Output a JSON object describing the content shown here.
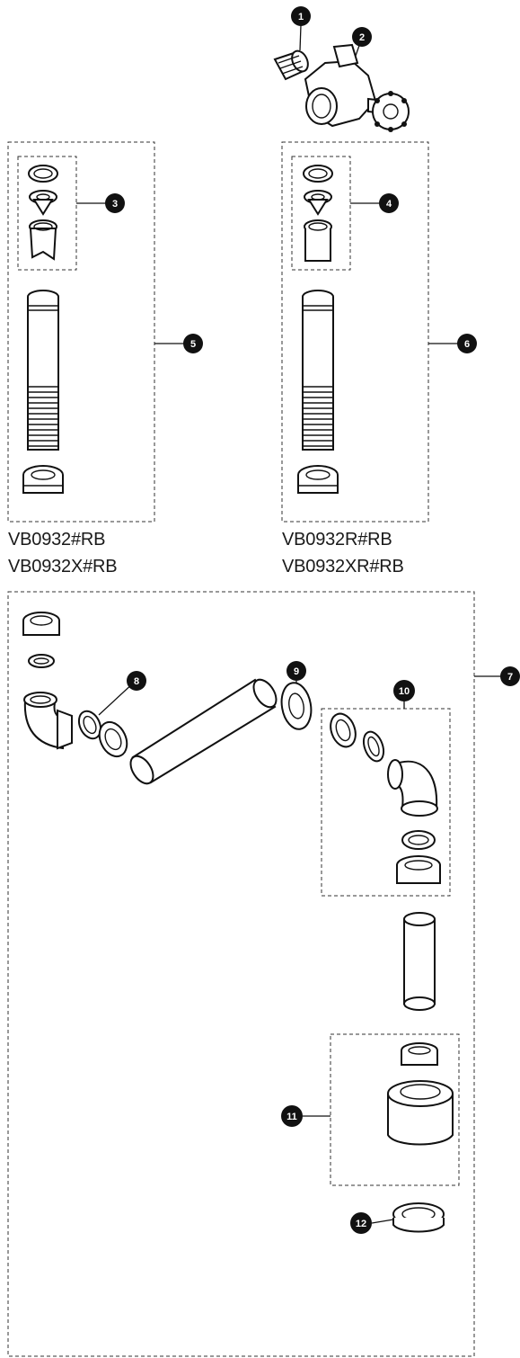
{
  "diagram": {
    "callouts": [
      "1",
      "2",
      "3",
      "4",
      "5",
      "6",
      "7",
      "8",
      "9",
      "10",
      "11",
      "12"
    ],
    "models_left": [
      "VB0932#RB",
      "VB0932X#RB"
    ],
    "models_right": [
      "VB0932R#RB",
      "VB0932XR#RB"
    ]
  },
  "colors": {
    "ink": "#111111",
    "background": "#ffffff"
  }
}
